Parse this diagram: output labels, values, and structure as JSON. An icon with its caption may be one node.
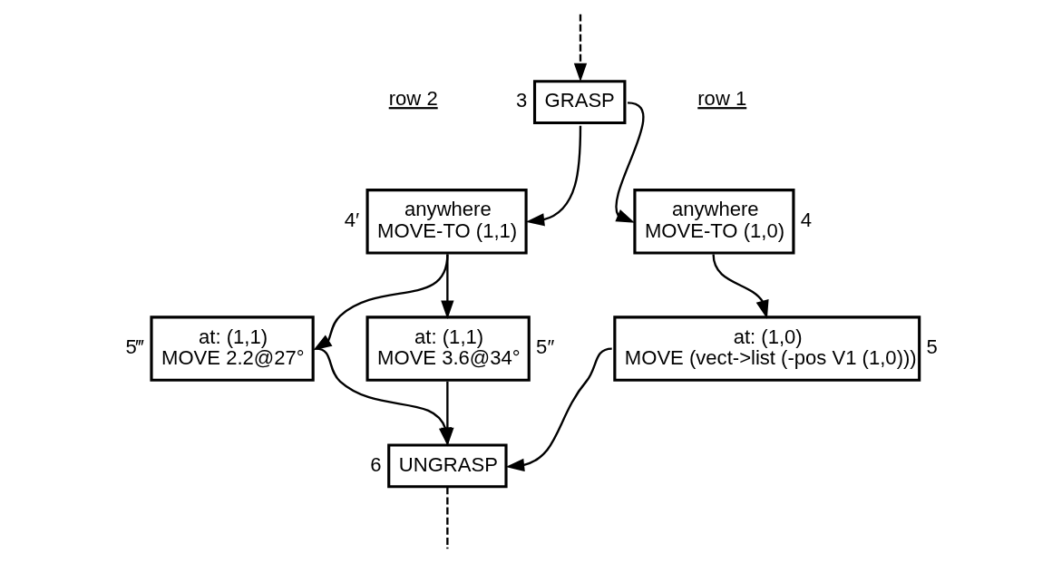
{
  "diagram": {
    "nodes": [
      {
        "text": [
          "GRASP"
        ],
        "beside": [
          "3"
        ]
      },
      {
        "text": [
          "anywhere",
          "MOVE-TO (1,1)"
        ],
        "beside": [
          "4′"
        ]
      },
      {
        "text": [
          "anywhere",
          "MOVE-TO (1,0)"
        ],
        "beside": [
          "4"
        ]
      },
      {
        "text": [
          "at: (1,1)",
          "MOVE 2.2@27°"
        ],
        "beside": [
          "5‴"
        ]
      },
      {
        "text": [
          "at: (1,1)",
          "MOVE 3.6@34°"
        ],
        "beside": [
          "5″"
        ]
      },
      {
        "text": [
          "at: (1,0)",
          "MOVE (vect->list (-pos V1 (1,0)))"
        ],
        "beside": [
          "5"
        ]
      },
      {
        "text": [
          "UNGRASP"
        ],
        "beside": [
          "6"
        ]
      }
    ],
    "edges": [
      {
        "from": null,
        "to": 0,
        "arrow": "to",
        "style": "dashed"
      },
      {
        "from": 0,
        "to": 1,
        "arrow": "to"
      },
      {
        "from": 0,
        "to": 2,
        "arrow": "to"
      },
      {
        "from": 1,
        "to": 3,
        "arrow": "to"
      },
      {
        "from": 1,
        "to": 4,
        "arrow": "to"
      },
      {
        "from": 2,
        "to": 5,
        "arrow": "to"
      },
      {
        "from": 3,
        "to": 6,
        "arrow": "to"
      },
      {
        "from": 4,
        "to": 6,
        "arrow": "to"
      },
      {
        "from": 5,
        "to": 6,
        "arrow": "to"
      },
      {
        "from": 6,
        "to": null,
        "arrow": "none",
        "style": "dashed"
      }
    ],
    "labels": [
      "row 2",
      "row 1"
    ]
  }
}
